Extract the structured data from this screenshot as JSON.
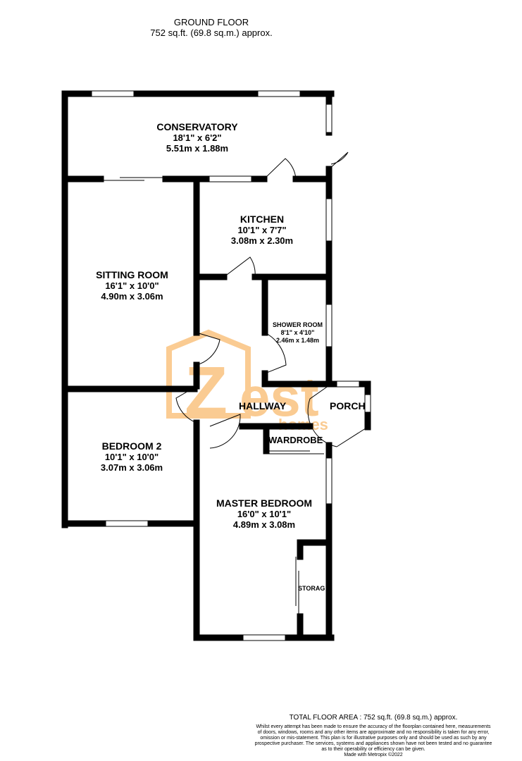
{
  "header": {
    "floor_name": "GROUND FLOOR",
    "floor_area": "752 sq.ft. (69.8 sq.m.) approx."
  },
  "rooms": {
    "conservatory": {
      "name": "CONSERVATORY",
      "imperial": "18'1\"  x 6'2\"",
      "metric": "5.51m  x 1.88m"
    },
    "kitchen": {
      "name": "KITCHEN",
      "imperial": "10'1\"  x 7'7\"",
      "metric": "3.08m  x 2.30m"
    },
    "sitting_room": {
      "name": "SITTING ROOM",
      "imperial": "16'1\"  x 10'0\"",
      "metric": "4.90m  x 3.06m"
    },
    "shower_room": {
      "name": "SHOWER ROOM",
      "imperial": "8'1\"  x 4'10\"",
      "metric": "2.46m  x 1.48m"
    },
    "bedroom_2": {
      "name": "BEDROOM 2",
      "imperial": "10'1\"  x 10'0\"",
      "metric": "3.07m  x 3.06m"
    },
    "master_bedroom": {
      "name": "MASTER BEDROOM",
      "imperial": "16'0\"  x 10'1\"",
      "metric": "4.89m  x 3.08m"
    }
  },
  "labels": {
    "hallway": "HALLWAY",
    "porch": "PORCH",
    "wardrobe": "WARDROBE",
    "storage": "STORAG"
  },
  "watermark": {
    "brand": "Zest",
    "sub": "homes",
    "color": "#f7a23a"
  },
  "colors": {
    "wall": "#000000",
    "window": "#ffffff"
  },
  "footer": {
    "total": "TOTAL FLOOR AREA : 752 sq.ft. (69.8 sq.m.) approx.",
    "disclaimer_1": "Whilst every attempt has been made to ensure the accuracy of the floorplan contained here, measurements",
    "disclaimer_2": "of doors, windows, rooms and any other items are approximate and no responsibility is taken for any error,",
    "disclaimer_3": "omission or mis-statement. This plan is for illustrative purposes only and should be used as such by any",
    "disclaimer_4": "prospective purchaser. The services, systems and appliances shown have not been tested and no guarantee",
    "disclaimer_5": "as to their operability or efficiency can be given.",
    "credit": "Made with Metropix ©2022"
  }
}
